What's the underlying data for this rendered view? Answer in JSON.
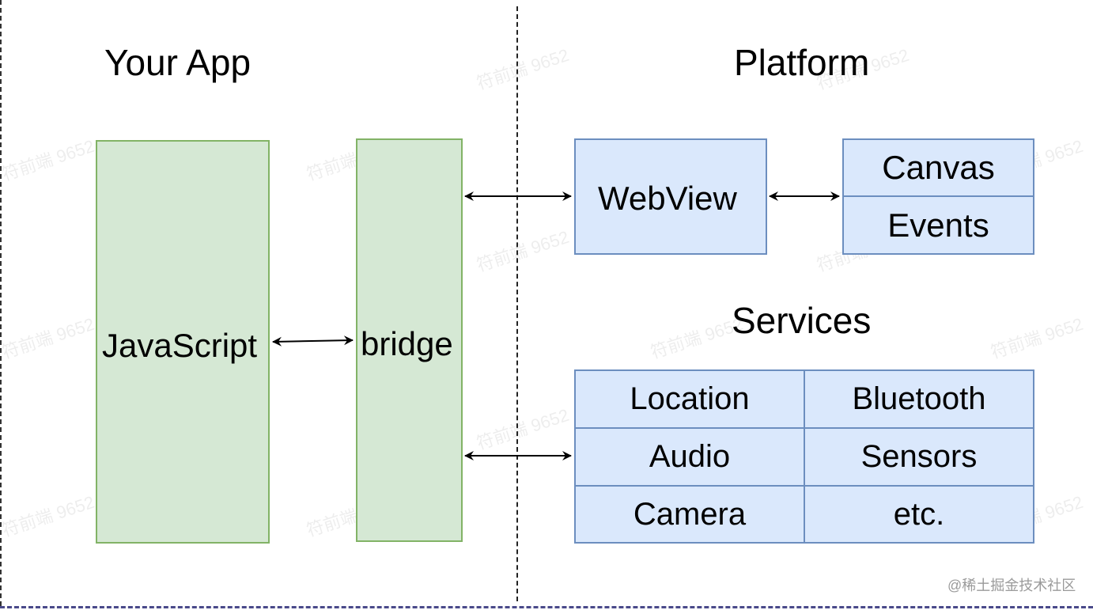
{
  "headings": {
    "your_app": "Your App",
    "platform": "Platform",
    "services": "Services"
  },
  "app": {
    "javascript": "JavaScript",
    "bridge": "bridge"
  },
  "platform": {
    "webview": "WebView",
    "canvas": "Canvas",
    "events": "Events"
  },
  "services": {
    "cells": [
      "Location",
      "Bluetooth",
      "Audio",
      "Sensors",
      "Camera",
      "etc."
    ]
  },
  "watermark": "符前端 9652",
  "credit": "@稀土掘金技术社区",
  "colors": {
    "green_fill": "#d5e8d4",
    "green_stroke": "#82b366",
    "blue_fill": "#dae8fc",
    "blue_stroke": "#6c8ebf"
  }
}
